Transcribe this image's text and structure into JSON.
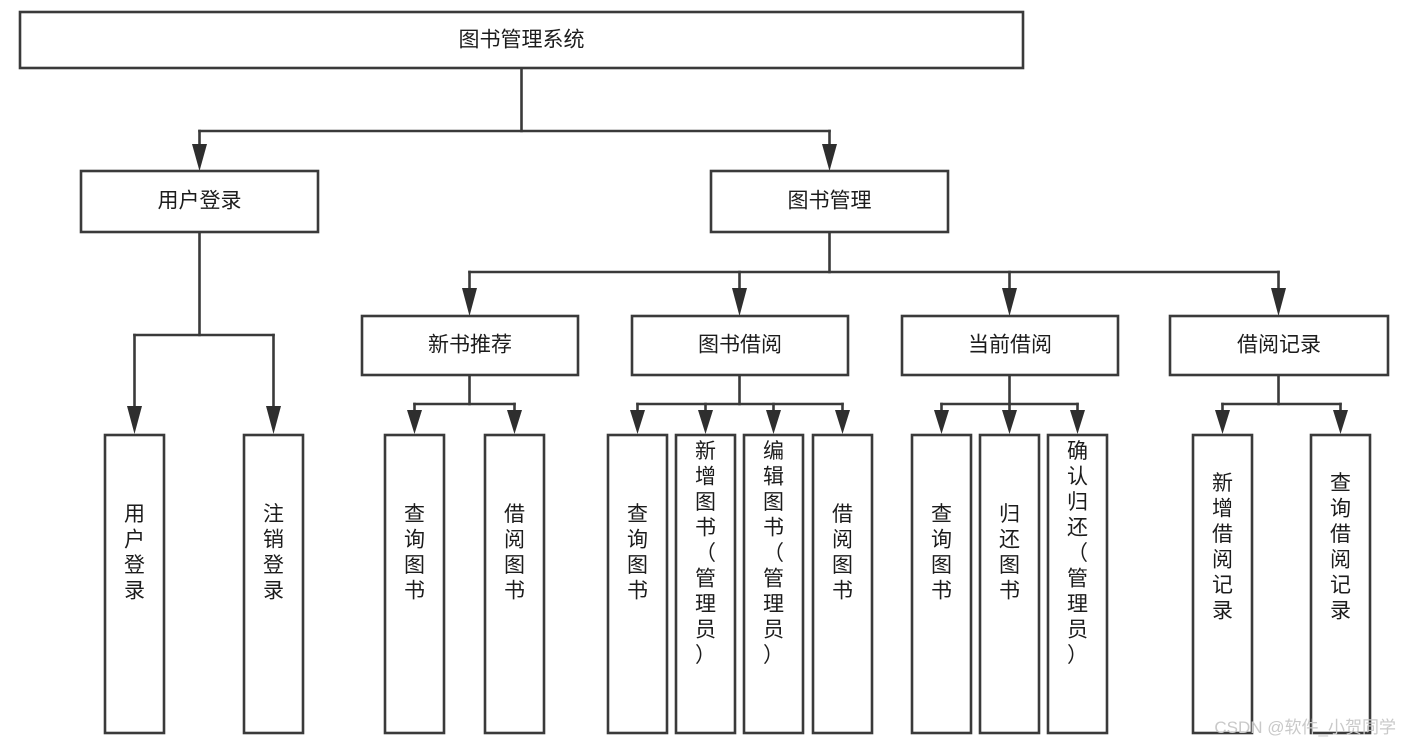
{
  "diagram": {
    "type": "tree-hierarchy",
    "title": "图书管理系统",
    "watermark": "CSDN @软件_小贺同学",
    "colors": {
      "box_stroke": "#3a3a3a",
      "box_fill": "#ffffff",
      "line": "#3a3a3a",
      "arrow": "#2e2e2e",
      "text": "#1c1c1c",
      "watermark": "#c9c9c9",
      "background": "#ffffff"
    },
    "levels": {
      "root": {
        "label": "图书管理系统"
      },
      "level1": [
        {
          "id": "user-login",
          "label": "用户登录"
        },
        {
          "id": "book-manage",
          "label": "图书管理"
        }
      ],
      "level2": [
        {
          "id": "new-book-recommend",
          "label": "新书推荐",
          "parent": "book-manage"
        },
        {
          "id": "book-borrow",
          "label": "图书借阅",
          "parent": "book-manage"
        },
        {
          "id": "current-borrow",
          "label": "当前借阅",
          "parent": "book-manage"
        },
        {
          "id": "borrow-record",
          "label": "借阅记录",
          "parent": "book-manage"
        }
      ],
      "leaves": [
        {
          "id": "leaf-user-login",
          "label": "用户登录",
          "parent": "user-login"
        },
        {
          "id": "leaf-user-logout",
          "label": "注销登录",
          "parent": "user-login"
        },
        {
          "id": "leaf-query-book-1",
          "label": "查询图书",
          "parent": "new-book-recommend"
        },
        {
          "id": "leaf-borrow-book-1",
          "label": "借阅图书",
          "parent": "new-book-recommend"
        },
        {
          "id": "leaf-query-book-2",
          "label": "查询图书",
          "parent": "book-borrow"
        },
        {
          "id": "leaf-add-book",
          "label": "新增图书（管理员）",
          "parent": "book-borrow"
        },
        {
          "id": "leaf-edit-book",
          "label": "编辑图书（管理员）",
          "parent": "book-borrow"
        },
        {
          "id": "leaf-borrow-book-2",
          "label": "借阅图书",
          "parent": "book-borrow"
        },
        {
          "id": "leaf-query-book-3",
          "label": "查询图书",
          "parent": "current-borrow"
        },
        {
          "id": "leaf-return-book",
          "label": "归还图书",
          "parent": "current-borrow"
        },
        {
          "id": "leaf-confirm-return",
          "label": "确认归还（管理员）",
          "parent": "current-borrow"
        },
        {
          "id": "leaf-add-record",
          "label": "新增借阅记录",
          "parent": "borrow-record"
        },
        {
          "id": "leaf-query-record",
          "label": "查询借阅记录",
          "parent": "borrow-record"
        }
      ]
    }
  }
}
